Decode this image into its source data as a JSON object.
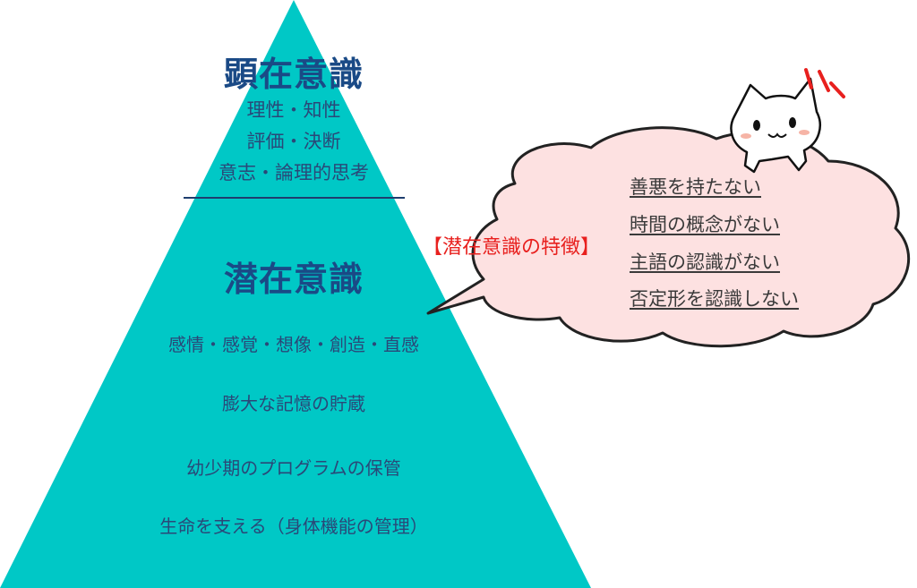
{
  "pyramid": {
    "color": "#00c8c6",
    "conscious": {
      "title": "顕在意識",
      "lines": [
        "理性・知性",
        "評価・決断",
        "意志・論理的思考"
      ]
    },
    "subconscious": {
      "title": "潜在意識",
      "items": [
        "感情・感覚・想像・創造・直感",
        "膨大な記憶の貯蔵",
        "幼少期のプログラムの保管",
        "生命を支える（身体機能の管理）"
      ]
    }
  },
  "callout": {
    "fill": "#fde1e1",
    "heading": "【潜在意識の特徴】",
    "heading_color": "#e8201e",
    "features": [
      "善悪を持たない",
      "時間の概念がない",
      "主語の認識がない",
      "否定形を認識しない"
    ]
  },
  "mascot": {
    "icon": "cat-icon"
  }
}
